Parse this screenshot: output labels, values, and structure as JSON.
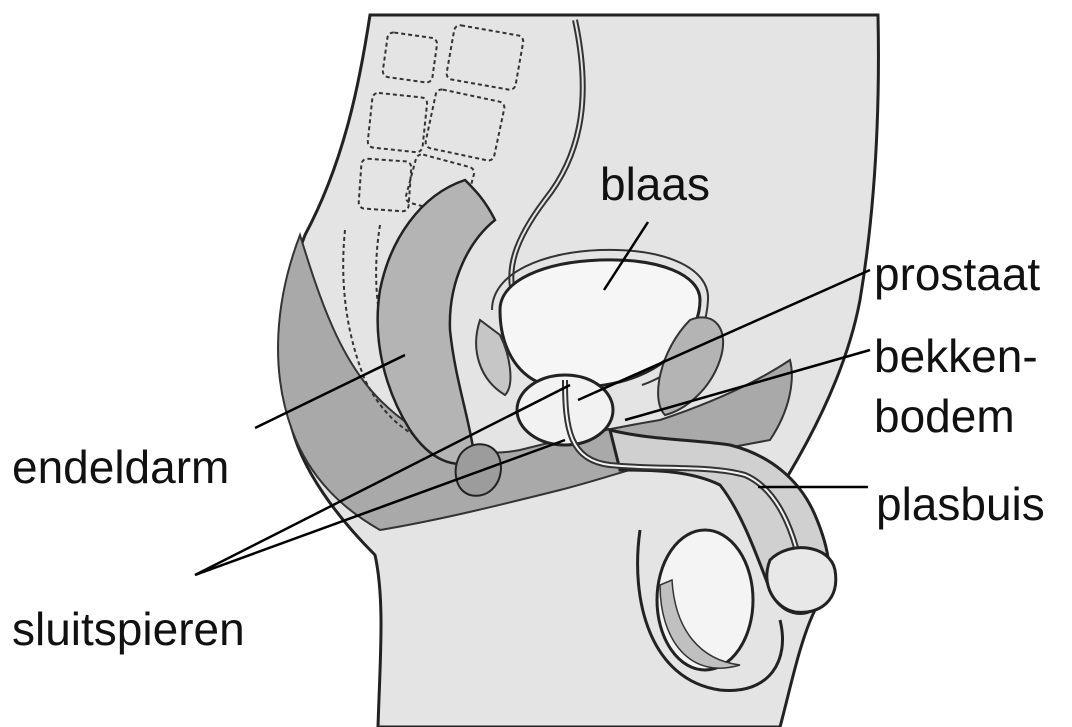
{
  "labels": {
    "blaas": "blaas",
    "prostaat": "prostaat",
    "bekkenbodem_line1": "bekken-",
    "bekkenbodem_line2": "bodem",
    "endeldarm": "endeldarm",
    "plasbuis": "plasbuis",
    "sluitspieren": "sluitspieren"
  },
  "colors": {
    "background": "#ffffff",
    "body_fill": "#e4e4e4",
    "muscle_fill": "#a9a9a9",
    "organ_fill": "#c6c6c6",
    "outline": "#222222"
  }
}
